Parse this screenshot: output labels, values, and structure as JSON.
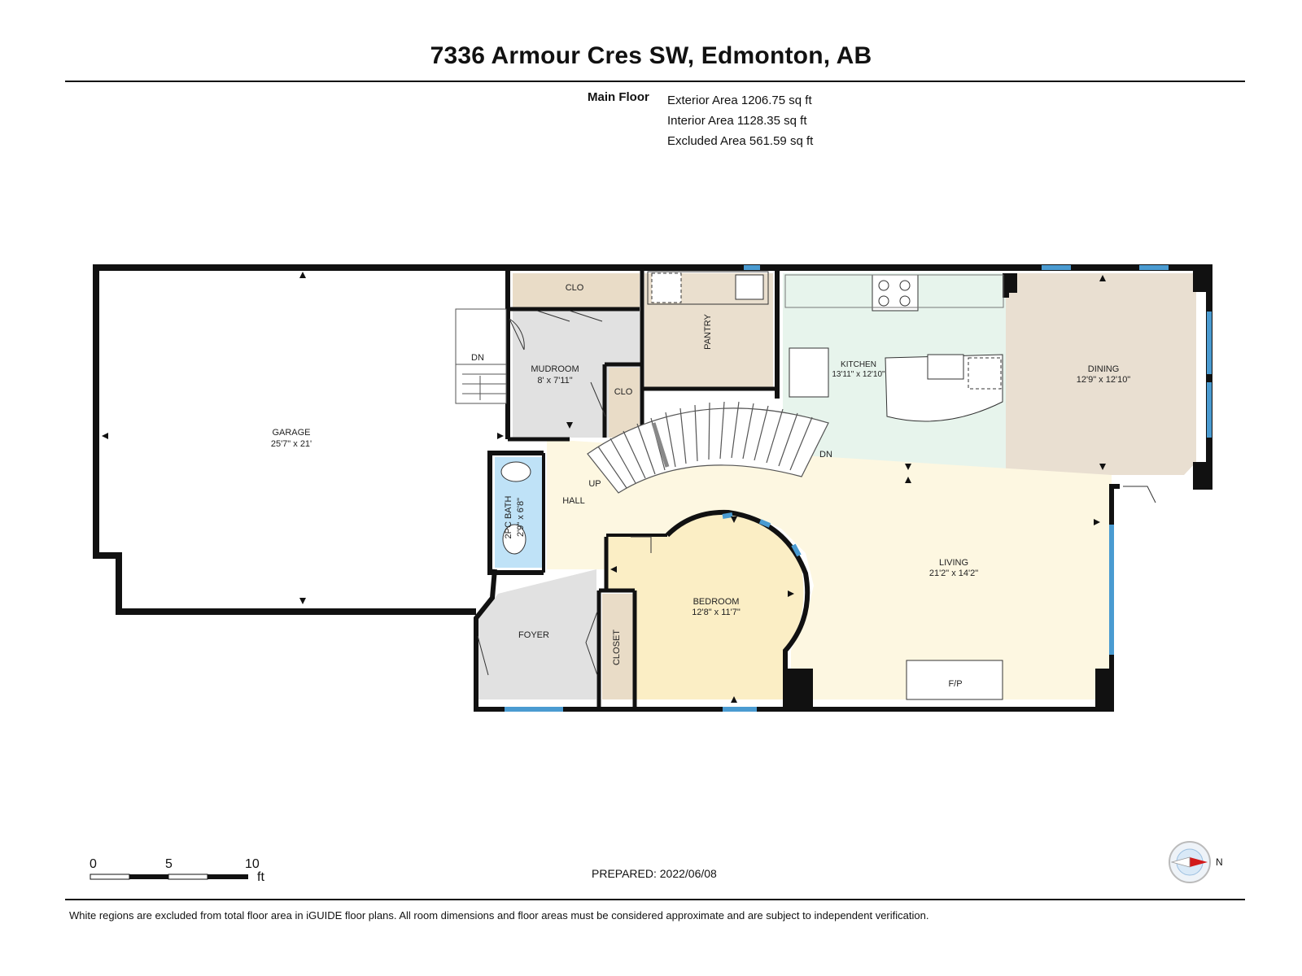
{
  "header": {
    "title": "7336 Armour Cres SW, Edmonton, AB"
  },
  "areas": {
    "floor_label": "Main Floor",
    "exterior": "Exterior Area 1206.75 sq ft",
    "interior": "Interior Area 1128.35 sq ft",
    "excluded": "Excluded Area 561.59 sq ft"
  },
  "rooms": {
    "garage": {
      "name": "GARAGE",
      "dims": "25'7\" x 21'"
    },
    "mudroom": {
      "name": "MUDROOM",
      "dims": "8' x 7'11\""
    },
    "clo_top": {
      "name": "CLO"
    },
    "clo_small": {
      "name": "CLO"
    },
    "pantry": {
      "name": "PANTRY"
    },
    "kitchen": {
      "name": "KITCHEN",
      "dims": "13'11\" x 12'10\""
    },
    "dining": {
      "name": "DINING",
      "dims": "12'9\" x 12'10\""
    },
    "hall": {
      "name": "HALL"
    },
    "bath": {
      "name": "2PC BATH",
      "dims": "2'9\" x 6'8\""
    },
    "living": {
      "name": "LIVING",
      "dims": "21'2\" x 14'2\""
    },
    "bedroom": {
      "name": "BEDROOM",
      "dims": "12'8\" x 11'7\""
    },
    "foyer": {
      "name": "FOYER"
    },
    "closet": {
      "name": "CLOSET"
    },
    "fireplace": {
      "name": "F/P"
    }
  },
  "stairs": {
    "down_left": "DN",
    "down_right": "DN",
    "up": "UP"
  },
  "scale": {
    "ticks": [
      "0",
      "5",
      "10"
    ],
    "unit": "ft"
  },
  "compass": {
    "direction": "N"
  },
  "footer": {
    "prepared": "PREPARED: 2022/06/08",
    "disclaimer": "White regions are excluded from total floor area in iGUIDE floor plans. All room dimensions and floor areas must be considered approximate and are subject to independent verification."
  },
  "colors": {
    "wall": "#111111",
    "window": "#4a9bd1",
    "mudroom": "#e1e1e1",
    "clo": "#e9dcc7",
    "pantry": "#eadfce",
    "kitchen": "#e7f4ec",
    "dining": "#e9dfd1",
    "hall": "#fdf7e1",
    "bath": "#bfe2f7",
    "bedroom": "#fbeec5",
    "foyer": "#e1e1e1",
    "closet": "#e9dcc7"
  }
}
